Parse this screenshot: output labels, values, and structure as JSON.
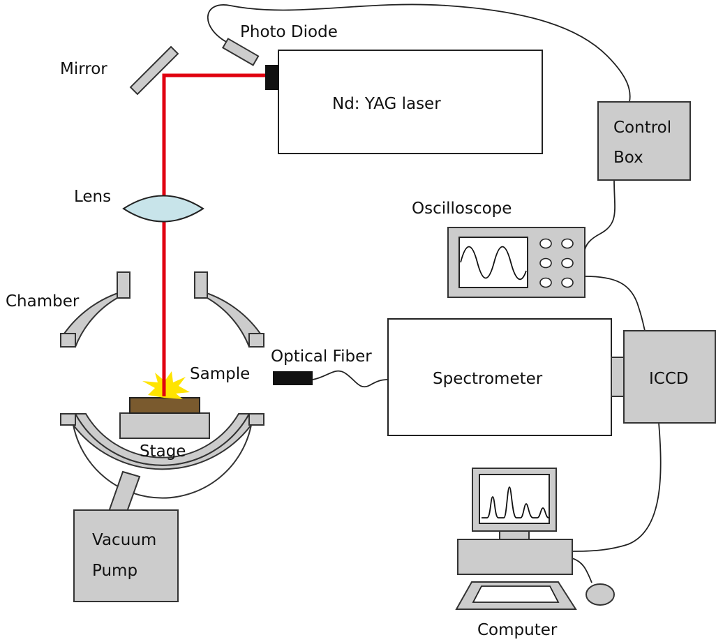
{
  "labels": {
    "photo_diode": "Photo Diode",
    "mirror": "Mirror",
    "laser": "Nd: YAG laser",
    "control_box_line1": "Control",
    "control_box_line2": "Box",
    "lens": "Lens",
    "oscilloscope": "Oscilloscope",
    "chamber": "Chamber",
    "optical_fiber": "Optical Fiber",
    "sample": "Sample",
    "spectrometer": "Spectrometer",
    "iccd": "ICCD",
    "stage": "Stage",
    "vacuum_pump_line1": "Vacuum",
    "vacuum_pump_line2": "Pump",
    "computer": "Computer"
  },
  "colors": {
    "laser_beam": "#e00010",
    "equipment_fill": "#cccccc",
    "lens_fill": "#c8e4ea",
    "sample_fill": "#7a5a2e",
    "spark_fill": "#ffe400"
  }
}
